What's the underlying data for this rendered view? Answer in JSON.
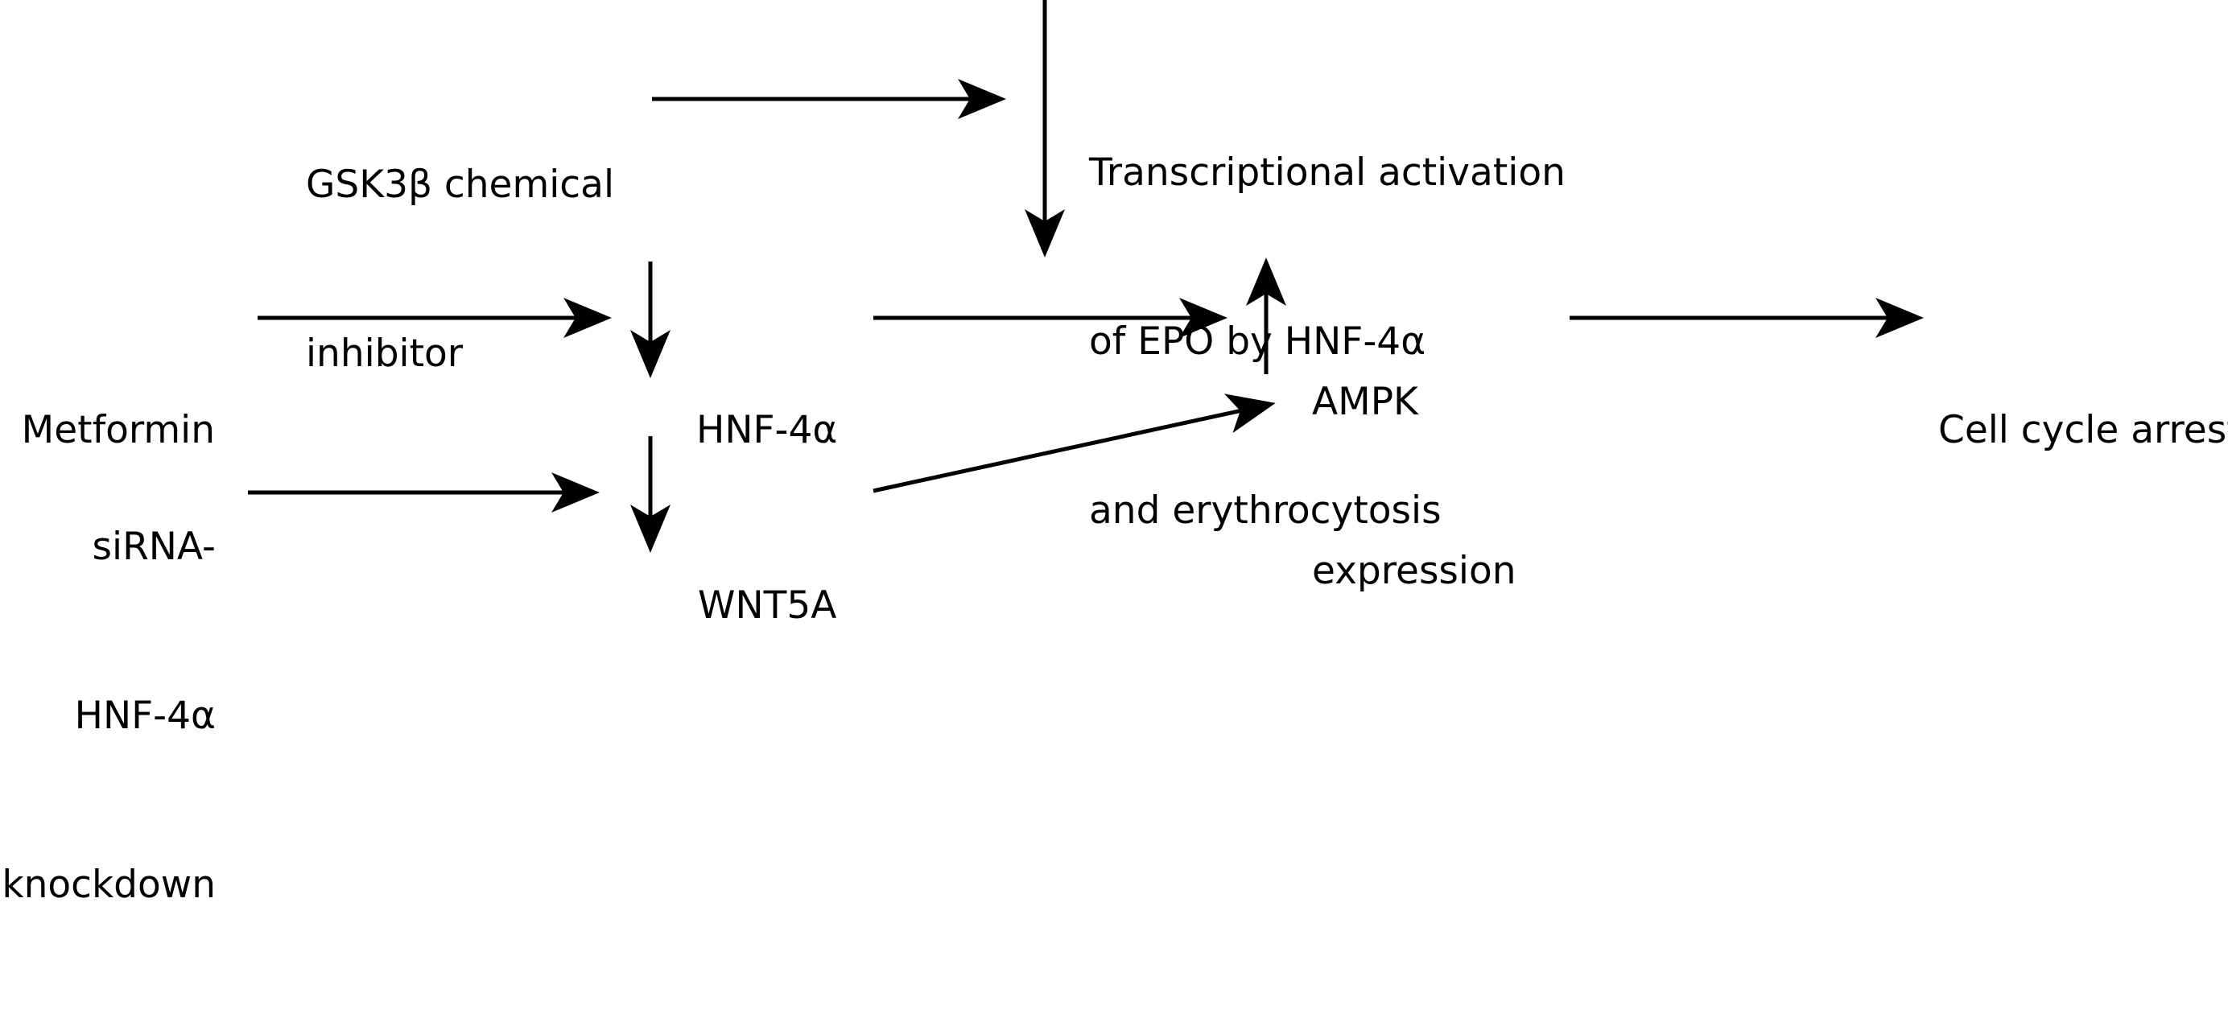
{
  "nodes": {
    "gsk3b": [
      "GSK3β chemical",
      "inhibitor"
    ],
    "epo": [
      "Transcriptional activation",
      "of EPO by HNF-4α",
      "and erythrocytosis"
    ],
    "metformin": [
      "Metformin"
    ],
    "hnf4a": [
      "HNF-4α"
    ],
    "ampk": [
      "AMPK",
      "expression"
    ],
    "cell_cycle": [
      "Cell cycle arrest"
    ],
    "sirna": [
      "siRNA-",
      "HNF-4α",
      "knockdown"
    ],
    "wnt5a": [
      "WNT5A"
    ]
  },
  "colors": {
    "text": "#000000",
    "arrow": "#000000",
    "background": "#ffffff"
  }
}
